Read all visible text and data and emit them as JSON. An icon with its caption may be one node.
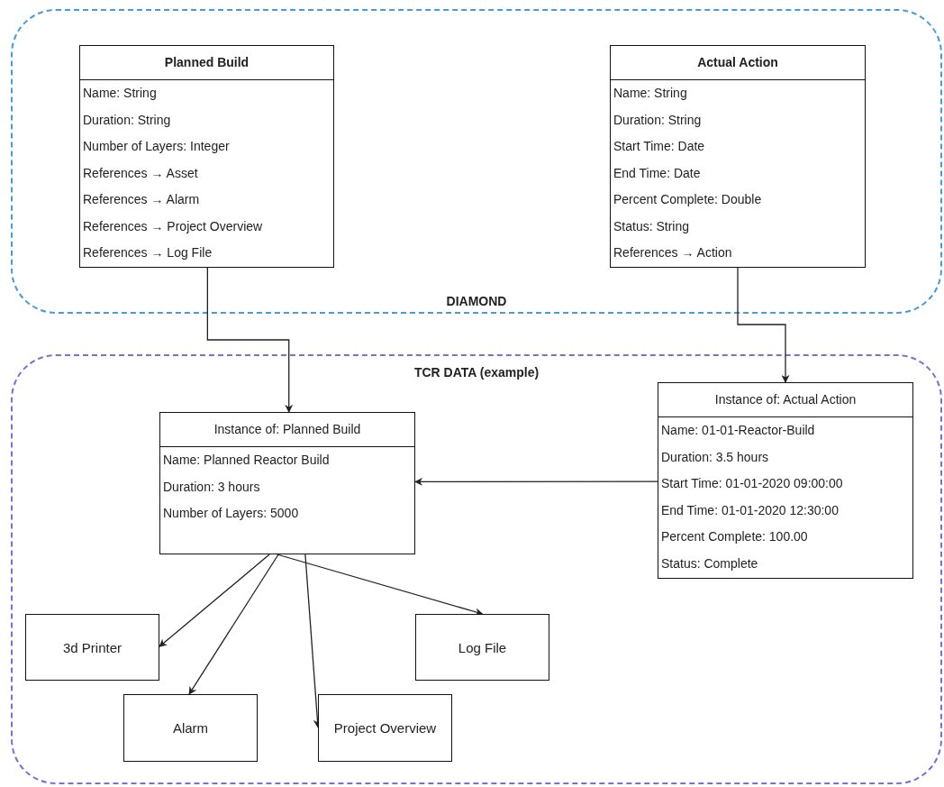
{
  "diagram": {
    "nodes": [
      {
        "text": [
          "DIAMOND"
        ]
      },
      {
        "text": [
          "Planned Build",
          "Name: String",
          "Duration: String",
          "Number of Layers: Integer",
          "References → Asset",
          "References → Alarm",
          "References → Project Overview",
          "References → Log File"
        ],
        "in": 0
      },
      {
        "text": [
          "Actual Action",
          "Name: String",
          "Duration: String",
          "Start Time: Date",
          "End Time: Date",
          "Percent Complete: Double",
          "Status: String",
          "References → Action"
        ],
        "in": 0
      },
      {
        "text": [
          "TCR DATA (example)"
        ]
      },
      {
        "text": [
          "Instance of: Planned Build",
          "Name: Planned Reactor Build",
          "Duration: 3 hours",
          "Number of Layers: 5000"
        ],
        "in": 3
      },
      {
        "text": [
          "Instance of: Actual Action",
          "Name: 01-01-Reactor-Build",
          "Duration: 3.5 hours",
          "Start Time: 01-01-2020 09:00:00",
          "End Time: 01-01-2020 12:30:00",
          "Percent Complete: 100.00",
          "Status: Complete"
        ],
        "in": 3
      },
      {
        "text": [
          "3d Printer"
        ],
        "in": 3
      },
      {
        "text": [
          "Log File"
        ],
        "in": 3
      },
      {
        "text": [
          "Alarm"
        ],
        "in": 3
      },
      {
        "text": [
          "Project Overview"
        ],
        "in": 3
      }
    ],
    "edges": [
      {
        "from": 1,
        "to": 4,
        "arrow": "to"
      },
      {
        "from": 2,
        "to": 5,
        "arrow": "to"
      },
      {
        "from": 5,
        "to": 4,
        "arrow": "to"
      },
      {
        "from": 4,
        "to": 6,
        "arrow": "to"
      },
      {
        "from": 4,
        "to": 8,
        "arrow": "to"
      },
      {
        "from": 4,
        "to": 9,
        "arrow": "to"
      },
      {
        "from": 4,
        "to": 7,
        "arrow": "to"
      }
    ]
  }
}
